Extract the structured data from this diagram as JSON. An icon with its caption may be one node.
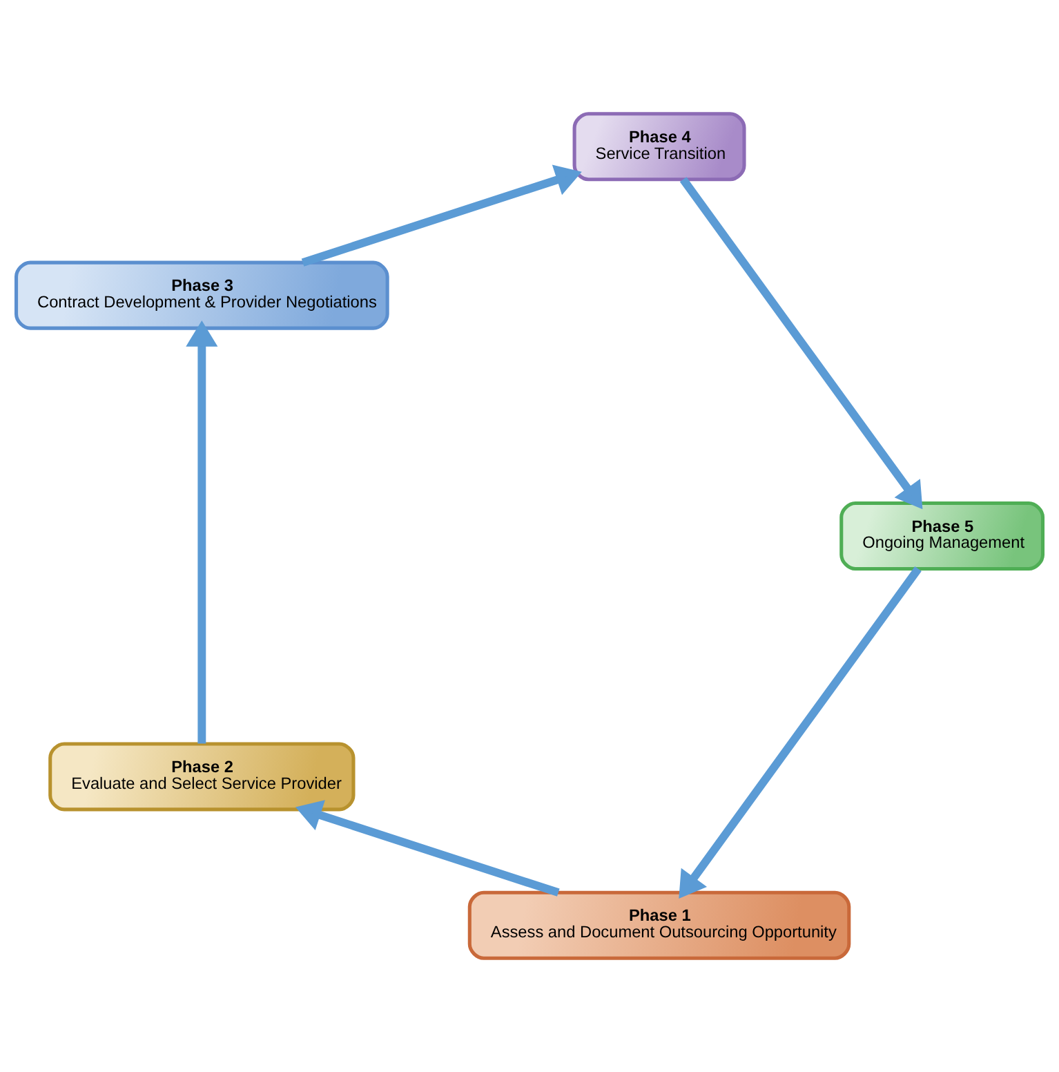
{
  "diagram": {
    "nodes": [
      {
        "text": [
          "Phase 1",
          "Assess and Document Outsourcing Opportunity"
        ]
      },
      {
        "text": [
          "Phase 2",
          "Evaluate and Select Service Provider"
        ]
      },
      {
        "text": [
          "Phase 3",
          "Contract Development & Provider Negotiations"
        ]
      },
      {
        "text": [
          "Phase 4",
          "Service Transition"
        ]
      },
      {
        "text": [
          "Phase 5",
          "Ongoing Management"
        ]
      }
    ],
    "edges": [
      {
        "from": 0,
        "to": 1,
        "arrow": "to"
      },
      {
        "from": 1,
        "to": 2,
        "arrow": "to"
      },
      {
        "from": 2,
        "to": 3,
        "arrow": "to"
      },
      {
        "from": 3,
        "to": 4,
        "arrow": "to"
      },
      {
        "from": 4,
        "to": 0,
        "arrow": "to"
      }
    ]
  }
}
